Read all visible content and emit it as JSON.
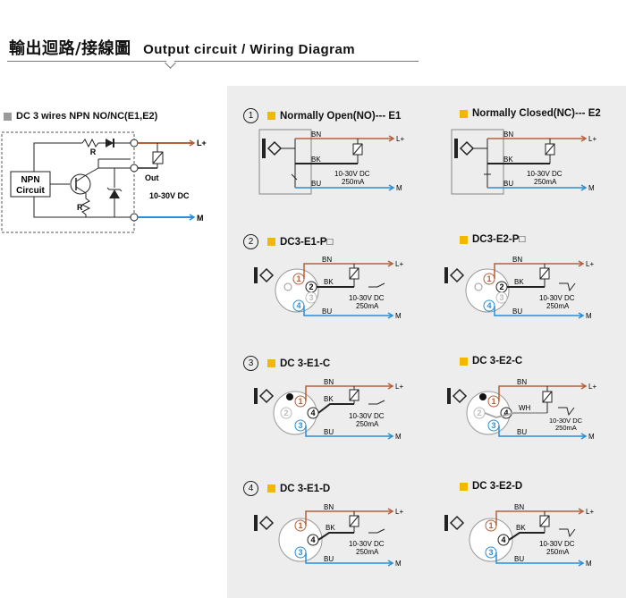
{
  "header": {
    "title_zh": "輸出迴路/接線圖",
    "title_en": "Output circuit / Wiring Diagram"
  },
  "npn": {
    "heading": "DC 3 wires NPN NO/NC(E1,E2)",
    "block_label_1": "NPN",
    "block_label_2": "Circuit",
    "resistor_label": "R",
    "resistor_label_2": "R",
    "out_label": "Out",
    "voltage": "10-30V DC",
    "lplus": "L+",
    "m": "M"
  },
  "row1": {
    "number": "1",
    "left": {
      "title": "Normally Open(NO)--- E1"
    },
    "right": {
      "title": "Normally Closed(NC)--- E2"
    },
    "bn": "BN",
    "bk": "BK",
    "bu": "BU",
    "voltage": "10-30V DC",
    "current": "250mA",
    "lplus": "L+",
    "m": "M"
  },
  "row2": {
    "number": "2",
    "left": {
      "title": "DC3-E1-P□"
    },
    "right": {
      "title": "DC3-E2-P□"
    },
    "bn": "BN",
    "bk": "BK",
    "bu": "BU",
    "pins": [
      "1",
      "2",
      "3",
      "4"
    ],
    "voltage": "10-30V DC",
    "current": "250mA",
    "lplus": "L+",
    "m": "M"
  },
  "row3": {
    "number": "3",
    "left": {
      "title": "DC 3-E1-C"
    },
    "right": {
      "title": "DC 3-E2-C",
      "wh": "WH"
    },
    "bn": "BN",
    "bk": "BK",
    "bu": "BU",
    "pins": [
      "1",
      "2",
      "3",
      "4"
    ],
    "voltage": "10-30V DC",
    "current": "250mA",
    "lplus": "L+",
    "m": "M"
  },
  "row4": {
    "number": "4",
    "left": {
      "title": "DC 3-E1-D"
    },
    "right": {
      "title": "DC 3-E2-D"
    },
    "bn": "BN",
    "bk": "BK",
    "bu": "BU",
    "pins": [
      "1",
      "3",
      "4"
    ],
    "voltage": "10-30V DC",
    "current": "250mA",
    "lplus": "L+",
    "m": "M"
  },
  "colors": {
    "brown": "#b5603a",
    "blue": "#2a8fd6",
    "black": "#111111",
    "gray_wire": "#a8a8a8",
    "accent": "#f2b800"
  }
}
